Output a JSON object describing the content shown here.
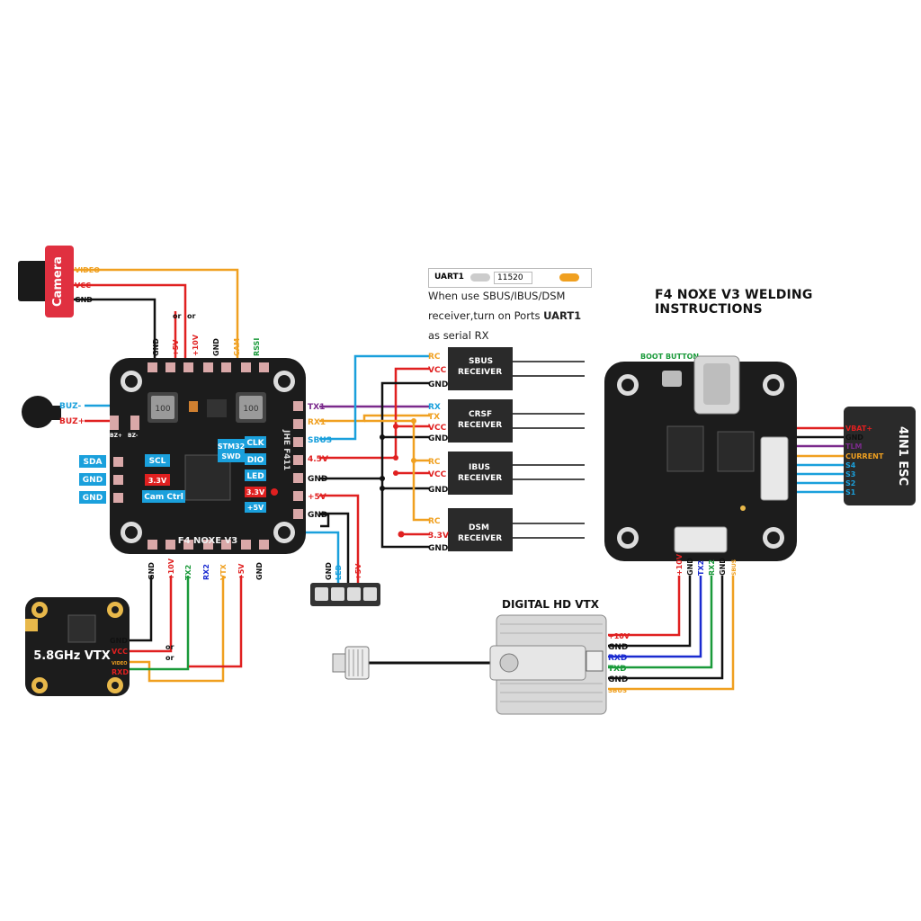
{
  "title": "F4 NOXE V3 WELDING INSTRUCTIONS",
  "colors": {
    "video": "#f0a020",
    "vcc": "#e02020",
    "gnd": "#111111",
    "sbus": "#1aa0dc",
    "tx": "#7b2a8c",
    "tx2": "#1a9a3a",
    "rx2": "#1a2bd0",
    "board": "#1c1c1c",
    "label_blue": "#1aa0dc"
  },
  "uart_note": {
    "port": "UART1",
    "value": "11520",
    "line1": "When use SBUS/IBUS/DSM",
    "line2_a": "receiver,turn on Ports ",
    "line2_b": "UART1",
    "line3": "as serial RX"
  },
  "camera": {
    "label": "Camera",
    "pins": [
      "VIDEO",
      "VCC",
      "GND"
    ]
  },
  "buzzer": {
    "pins": [
      "BUZ-",
      "BUZ+"
    ]
  },
  "fc": {
    "name": "F4 NOXE V3",
    "side_text": "JHE F411",
    "top_pins": [
      "GND",
      "+5V",
      "+10V",
      "GND",
      "CAM",
      "RSSI"
    ],
    "or_labels": [
      "or",
      "or"
    ],
    "left_pins": [
      "SDA",
      "GND",
      "GND"
    ],
    "inner_left": [
      "SCL",
      "3.3V",
      "Cam Ctrl"
    ],
    "inner_mid": [
      "STM32",
      "SWD"
    ],
    "inner_right": [
      "CLK",
      "DIO",
      "LED",
      "3.3V",
      "+5V"
    ],
    "right_pins": [
      "TX1",
      "RX1",
      "SBUS",
      "4.5V",
      "GND",
      "+5V",
      "GND"
    ],
    "bottom_pins": [
      "GND",
      "+10V",
      "TX2",
      "RX2",
      "VTX",
      "+5V",
      "GND"
    ],
    "buz_small": [
      "BZ+",
      "BZ-"
    ]
  },
  "led_strip": {
    "pins": [
      "GND",
      "LED",
      "+5V"
    ]
  },
  "receivers": [
    {
      "name": "SBUS\nRECEIVER",
      "line1": "SBUS",
      "line2": "RECEIVER",
      "pins": [
        "RC",
        "VCC",
        "GND"
      ]
    },
    {
      "name": "CRSF\nRECEIVER",
      "line1": "CRSF",
      "line2": "RECEIVER",
      "pins": [
        "RX",
        "TX",
        "VCC",
        "GND"
      ]
    },
    {
      "name": "IBUS\nRECEIVER",
      "line1": "IBUS",
      "line2": "RECEIVER",
      "pins": [
        "RC",
        "VCC",
        "GND"
      ]
    },
    {
      "name": "DSM\nRECEIVER",
      "line1": "DSM",
      "line2": "RECEIVER",
      "pins": [
        "RC",
        "3.3V",
        "GND"
      ]
    }
  ],
  "analog_vtx": {
    "label": "5.8GHz VTX",
    "pins": [
      "GND",
      "VCC",
      "VIDEO",
      "RXD"
    ],
    "or_labels": [
      "or",
      "or"
    ]
  },
  "digital_vtx": {
    "title": "DIGITAL HD VTX",
    "pins": [
      "+10V",
      "GND",
      "RXD",
      "TXD",
      "GND",
      "SBUS"
    ]
  },
  "esc_board": {
    "boot_label": "BOOT BUTTON",
    "bottom_pins": [
      "+10V",
      "GND",
      "TX2",
      "RX2",
      "GND",
      "SBUS"
    ]
  },
  "esc": {
    "label": "4IN1 ESC",
    "pins": [
      "VBAT+",
      "GND",
      "TLM",
      "CURRENT",
      "S4",
      "S3",
      "S2",
      "S1"
    ]
  }
}
